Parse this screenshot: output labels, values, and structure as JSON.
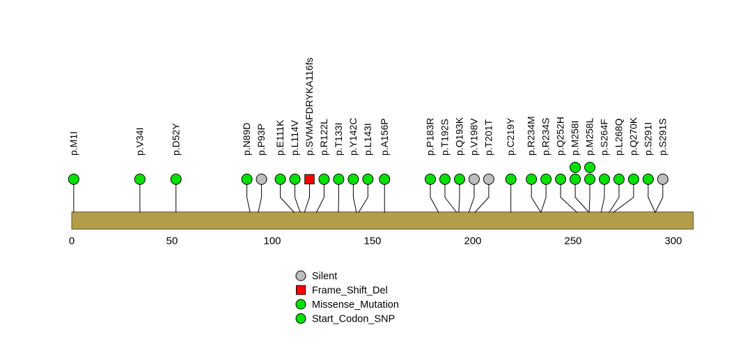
{
  "chart_data": {
    "type": "lollipop",
    "title": "",
    "protein_length": 310,
    "xlim": [
      0,
      310
    ],
    "x_ticks": [
      0,
      50,
      100,
      150,
      200,
      250,
      300
    ],
    "grid": false,
    "legend_position": "bottom-center",
    "bar_color": "#B29D4B",
    "bar_border_color": "#4a3f1c",
    "stem_color": "#000000",
    "marker_outline_color": "#000000",
    "class_colors": {
      "Silent": "#BEBEBE",
      "Frame_Shift_Del": "#FF0000",
      "Missense_Mutation": "#00E100",
      "Start_Codon_SNP": "#00E100"
    },
    "class_shapes": {
      "Silent": "circle",
      "Frame_Shift_Del": "square",
      "Missense_Mutation": "circle",
      "Start_Codon_SNP": "circle"
    },
    "mutations": [
      {
        "label": "p.M1I",
        "position": 1,
        "class": "Start_Codon_SNP",
        "count": 1
      },
      {
        "label": "p.V34I",
        "position": 34,
        "class": "Missense_Mutation",
        "count": 1
      },
      {
        "label": "p.D52Y",
        "position": 52,
        "class": "Missense_Mutation",
        "count": 1
      },
      {
        "label": "p.N89D",
        "position": 89,
        "class": "Missense_Mutation",
        "count": 1
      },
      {
        "label": "p.P93P",
        "position": 93,
        "class": "Silent",
        "count": 1
      },
      {
        "label": "p.E111K",
        "position": 111,
        "class": "Missense_Mutation",
        "count": 1
      },
      {
        "label": "p.L114V",
        "position": 114,
        "class": "Missense_Mutation",
        "count": 1
      },
      {
        "label": "p.SVMAFDRYKA116fs",
        "position": 116,
        "class": "Frame_Shift_Del",
        "count": 1
      },
      {
        "label": "p.R122L",
        "position": 122,
        "class": "Missense_Mutation",
        "count": 1
      },
      {
        "label": "p.T133I",
        "position": 133,
        "class": "Missense_Mutation",
        "count": 1
      },
      {
        "label": "p.Y142C",
        "position": 142,
        "class": "Missense_Mutation",
        "count": 1
      },
      {
        "label": "p.L143I",
        "position": 143,
        "class": "Missense_Mutation",
        "count": 1
      },
      {
        "label": "p.A156P",
        "position": 156,
        "class": "Missense_Mutation",
        "count": 1
      },
      {
        "label": "p.P183R",
        "position": 183,
        "class": "Missense_Mutation",
        "count": 1
      },
      {
        "label": "p.T192S",
        "position": 192,
        "class": "Missense_Mutation",
        "count": 1
      },
      {
        "label": "p.Q193K",
        "position": 193,
        "class": "Missense_Mutation",
        "count": 1
      },
      {
        "label": "p.V198V",
        "position": 198,
        "class": "Silent",
        "count": 1
      },
      {
        "label": "p.T201T",
        "position": 201,
        "class": "Silent",
        "count": 1
      },
      {
        "label": "p.C219Y",
        "position": 219,
        "class": "Missense_Mutation",
        "count": 1
      },
      {
        "label": "p.R234M",
        "position": 234,
        "class": "Missense_Mutation",
        "count": 1
      },
      {
        "label": "p.R234S",
        "position": 234,
        "class": "Missense_Mutation",
        "count": 1
      },
      {
        "label": "p.Q252H",
        "position": 252,
        "class": "Missense_Mutation",
        "count": 1
      },
      {
        "label": "p.M258I",
        "position": 258,
        "class": "Missense_Mutation",
        "count": 2
      },
      {
        "label": "p.M258L",
        "position": 258,
        "class": "Missense_Mutation",
        "count": 2
      },
      {
        "label": "p.S264F",
        "position": 264,
        "class": "Missense_Mutation",
        "count": 1
      },
      {
        "label": "p.L268Q",
        "position": 268,
        "class": "Missense_Mutation",
        "count": 1
      },
      {
        "label": "p.Q270K",
        "position": 270,
        "class": "Missense_Mutation",
        "count": 1
      },
      {
        "label": "p.S291I",
        "position": 291,
        "class": "Missense_Mutation",
        "count": 1
      },
      {
        "label": "p.S291S",
        "position": 291,
        "class": "Silent",
        "count": 1
      }
    ],
    "legend": [
      {
        "label": "Silent",
        "shape": "circle",
        "color": "#BEBEBE"
      },
      {
        "label": "Frame_Shift_Del",
        "shape": "square",
        "color": "#FF0000"
      },
      {
        "label": "Missense_Mutation",
        "shape": "circle",
        "color": "#00E100"
      },
      {
        "label": "Start_Codon_SNP",
        "shape": "circle",
        "color": "#00E100"
      }
    ]
  }
}
